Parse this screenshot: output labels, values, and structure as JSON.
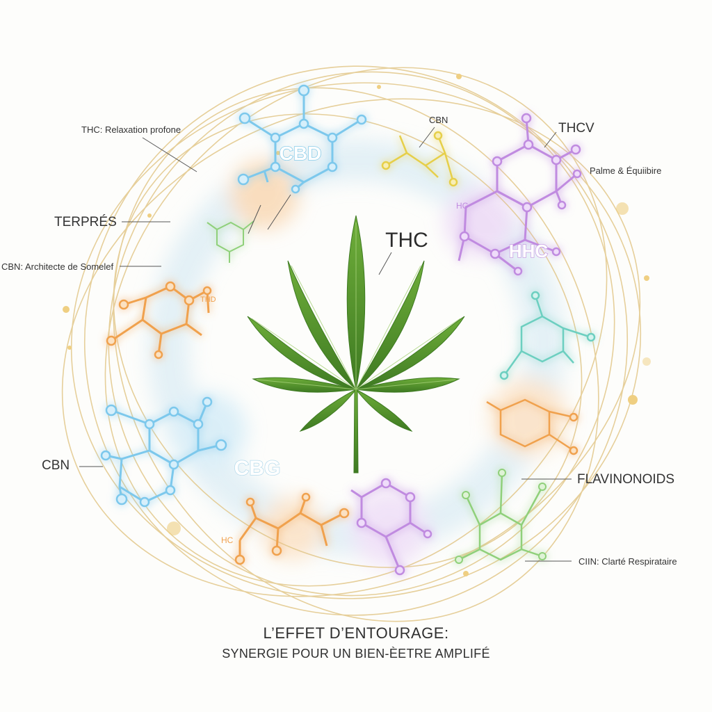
{
  "title": {
    "line1": "L’EFFET D’ENTOURAGE:",
    "line2": "SYNERGIE POUR UN BIEN-ÈETRE AMPLIFÉ"
  },
  "center": {
    "label": "THC"
  },
  "molecules": {
    "cbd": "CBD",
    "hhc": "HHC",
    "cbg": "CBG"
  },
  "labels": {
    "thc_relax": "THC: Relaxation profone",
    "terpres": "TERPRÉS",
    "cbn_sleep": "CBN: Architecte de Somelef",
    "cbn_left": "CBN",
    "cbn_top": "CBN",
    "thcv": "THCV",
    "palme": "Palme & Équiibire",
    "flavinonids": "FLAVINONOIDS",
    "cinn": "CIIN: Clarté Respirataire",
    "hc_small": "HC",
    "hc_small2": "HC",
    "thd_small": "THD"
  },
  "colors": {
    "blue": "#7cc8ec",
    "orange": "#f0a14e",
    "purple": "#c08be0",
    "green": "#8fd07a",
    "yellow": "#e6cf4a",
    "teal": "#6ccfc0",
    "gold_ring": "#e2c78a",
    "leaf": "#4f8f2c"
  }
}
